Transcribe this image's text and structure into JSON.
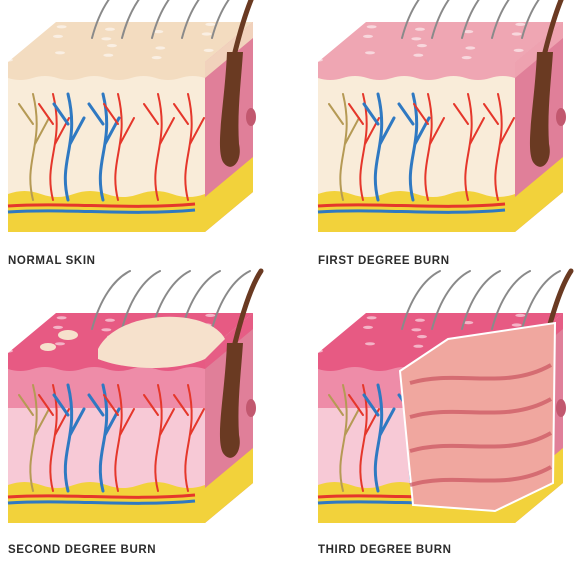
{
  "panels": [
    {
      "id": "normal",
      "label": "NORMAL SKIN",
      "condition": "normal"
    },
    {
      "id": "first",
      "label": "FIRST DEGREE BURN",
      "condition": "first-degree"
    },
    {
      "id": "second",
      "label": "SECOND DEGREE BURN",
      "condition": "second-degree"
    },
    {
      "id": "third",
      "label": "THIRD DEGREE BURN",
      "condition": "third-degree"
    }
  ],
  "palette": {
    "epidermis_normal": "#f3dcc0",
    "epidermis_first": "#efa6b3",
    "epidermis_burn": "#e75a83",
    "dermis": "#f9ecd9",
    "dermis_burn": "#f7c9d6",
    "fat": "#f2d23b",
    "side_face": "#e07f99",
    "artery": "#e5372b",
    "vein": "#2f79c2",
    "nerve": "#b59a55",
    "hair": "#8a8a8a",
    "follicle": "#6a3a22",
    "blister": "#f6e1cc",
    "charred_tissue": "#f0a79f"
  }
}
